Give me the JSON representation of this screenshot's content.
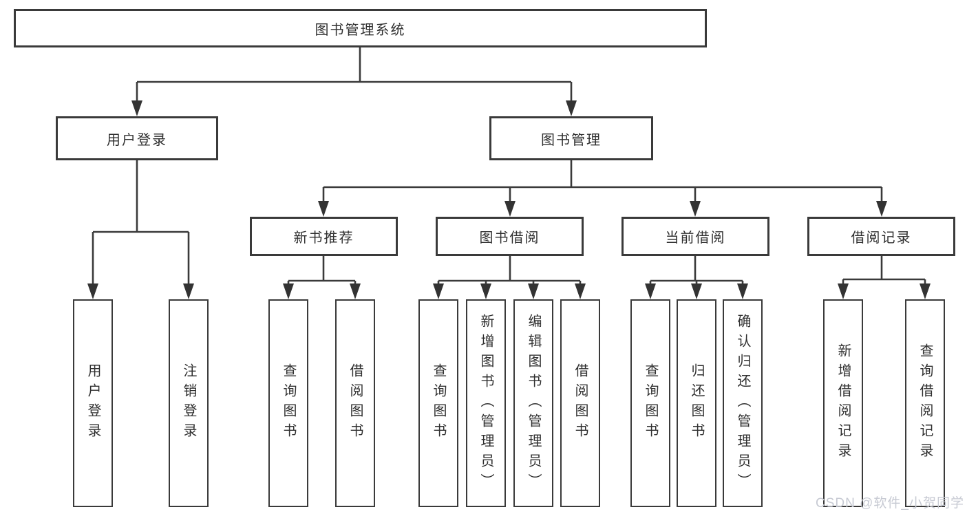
{
  "tree": {
    "label": "图书管理系统",
    "children": [
      {
        "label": "用户登录",
        "children": [
          {
            "label": "用户登录"
          },
          {
            "label": "注销登录"
          }
        ]
      },
      {
        "label": "图书管理",
        "children": [
          {
            "label": "新书推荐",
            "children": [
              {
                "label": "查询图书"
              },
              {
                "label": "借阅图书"
              }
            ]
          },
          {
            "label": "图书借阅",
            "children": [
              {
                "label": "查询图书"
              },
              {
                "label": "新增图书（管理员）"
              },
              {
                "label": "编辑图书（管理员）"
              },
              {
                "label": "借阅图书"
              }
            ]
          },
          {
            "label": "当前借阅",
            "children": [
              {
                "label": "查询图书"
              },
              {
                "label": "归还图书"
              },
              {
                "label": "确认归还（管理员）"
              }
            ]
          },
          {
            "label": "借阅记录",
            "children": [
              {
                "label": "新增借阅记录"
              },
              {
                "label": "查询借阅记录"
              }
            ]
          }
        ]
      }
    ]
  },
  "watermark": {
    "text": "CSDN @软件_小贺同学"
  },
  "colors": {
    "line": "#3a3a3a",
    "box_border": "#3a3a3a",
    "text": "#303030",
    "watermark": "#c7cad3",
    "background": "#ffffff"
  }
}
